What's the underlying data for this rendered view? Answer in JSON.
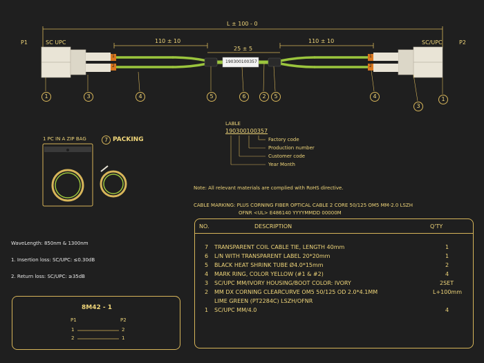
{
  "dimensions": {
    "total_length": "L ± 100 - 0",
    "left_breakout": "110 ± 10",
    "right_breakout": "110 ± 10",
    "label_zone": "25 ± 5"
  },
  "ends": {
    "left_name": "P1",
    "left_connector": "SC  UPC",
    "right_connector": "SC/UPC",
    "right_name": "P2"
  },
  "cable_label_text": "190300100357",
  "fiber_marks": [
    "1",
    "2"
  ],
  "callouts": [
    "1",
    "3",
    "4",
    "5",
    "6",
    "2",
    "5",
    "4",
    "3",
    "1"
  ],
  "label_legend": {
    "title": "LABLE",
    "code": "190300100357",
    "items": [
      "Factory code",
      "Production number",
      "Customer code",
      "Year Month"
    ]
  },
  "packing": {
    "bag_caption": "1 PC IN A ZIP BAG",
    "number": "7",
    "title": "PACKING"
  },
  "rohs_note": "Note: All relevant materials are complied with RoHS directive.",
  "cable_marking": {
    "line1": "CABLE MARKING:  PLUS CORNING FIBER OPTICAL CABLE 2 CORE 50/125 OM5 MM-2.0 LSZH",
    "line2": "OFNR <UL> E486140 YYYYMMDD 00000M"
  },
  "specs": {
    "wavelength": "WaveLength: 850nm & 1300nm",
    "insertion_loss": "1. Insertion loss: SC/UPC: ≤0.30dB",
    "return_loss": "2. Return loss:    SC/UPC: ≥35dB"
  },
  "bom": {
    "headers": {
      "no": "NO.",
      "desc": "DESCRIPTION",
      "qty": "Q'TY"
    },
    "rows": [
      {
        "no": "7",
        "desc": "TRANSPARENT COIL CABLE TIE, LENGTH 40mm",
        "qty": "1"
      },
      {
        "no": "6",
        "desc": "L/N WITH TRANSPARENT LABEL 20*20mm",
        "qty": "1"
      },
      {
        "no": "5",
        "desc": "BLACK HEAT SHRINK TUBE Ø4.0*15mm",
        "qty": "2"
      },
      {
        "no": "4",
        "desc": "MARK RING, COLOR YELLOW (#1 & #2)",
        "qty": "4"
      },
      {
        "no": "3",
        "desc": "SC/UPC MM/IVORY HOUSING/BOOT COLOR: IVORY",
        "qty": "2SET"
      },
      {
        "no": "2",
        "desc": "MM DX CORNING CLEARCURVE OM5 50/125 OD 2.0*4.1MM",
        "qty": "L+100mm"
      },
      {
        "no": "",
        "desc": "LIME GREEN (PT2284C) LSZH/OFNR",
        "qty": ""
      },
      {
        "no": "1",
        "desc": "SC/UPC MM/4.0",
        "qty": "4"
      }
    ]
  },
  "part": {
    "number": "8M42 - 1",
    "left_end": "P1",
    "right_end": "P2",
    "pins_left": [
      "1",
      "2"
    ],
    "pins_right": [
      "2",
      "1"
    ]
  },
  "colors": {
    "background": "#1f1f1f",
    "gold": "#d8b65a",
    "cable_green": "#9bc53d",
    "connector_ivory": "#e9e4d6",
    "mark_orange": "#d9771f",
    "heat_shrink": "#2a2a2a"
  }
}
